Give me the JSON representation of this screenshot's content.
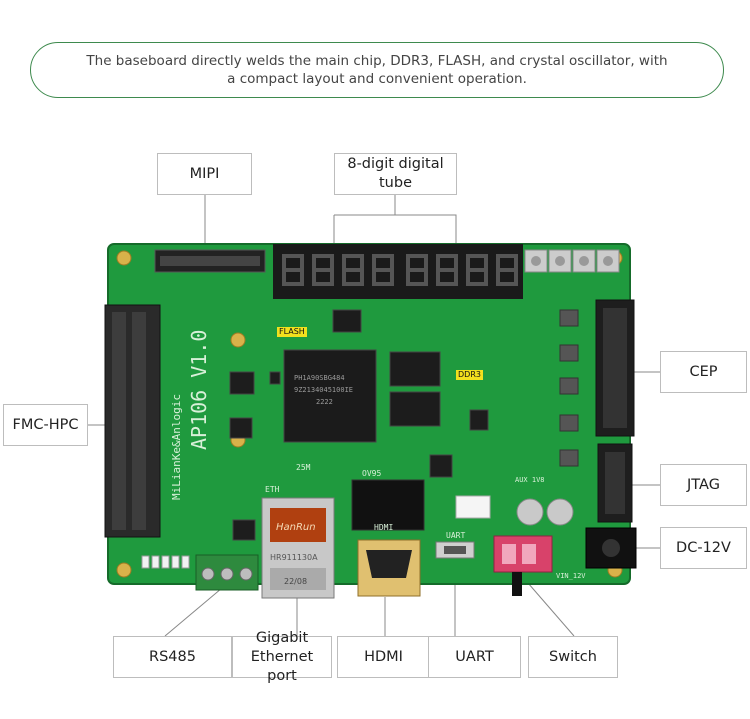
{
  "banner": {
    "text": "The baseboard directly welds the main chip, DDR3, FLASH, and crystal oscillator, with a compact layout and convenient operation."
  },
  "labels": {
    "mipi": "MIPI",
    "tube": "8-digit digital tube",
    "fmc": "FMC-HPC",
    "cep": "CEP",
    "jtag": "JTAG",
    "dc": "DC-12V",
    "rs485": "RS485",
    "ethernet": "Gigabit Ethernet port",
    "hdmi": "HDMI",
    "uart": "UART",
    "switch": "Switch"
  },
  "board": {
    "tag_flash": "FLASH",
    "tag_ddr3": "DDR3",
    "silk_title": "AP106 V1.0",
    "silk_brand": "MiLianKe&Anlogic",
    "chip_line1": "PH1A90SBG484",
    "chip_line2": "9Z2134045100IE",
    "chip_line3": "2222",
    "rj45_brand": "HanRun",
    "rj45_model": "HR911130A",
    "rj45_date": "22/08",
    "silk_hdmi": "HDMI",
    "silk_uart": "UART",
    "silk_eth": "ETH",
    "silk_ov": "OV95",
    "silk_vin": "VIN_12V",
    "silk_25m": "25M",
    "silk_aux": "AUX 1V8"
  },
  "colors": {
    "banner_border": "#3e8a4e",
    "pcb": "#1f9a3e",
    "tag": "#f2e01e"
  }
}
